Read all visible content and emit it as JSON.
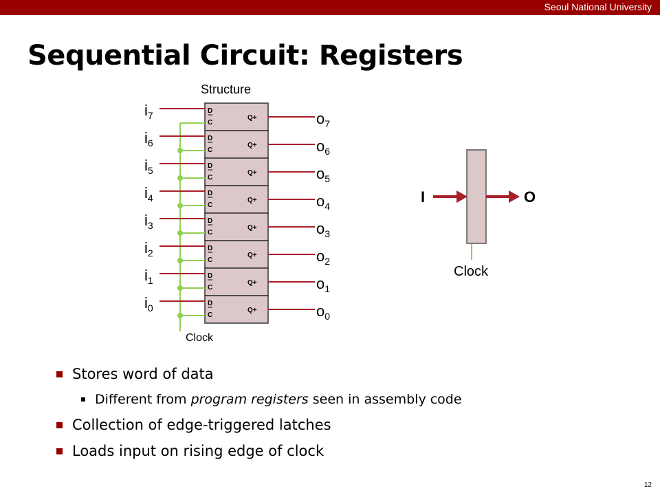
{
  "header": {
    "institution": "Seoul National University"
  },
  "slide": {
    "title": "Sequential Circuit: Registers",
    "page_number": "12"
  },
  "structure": {
    "heading": "Structure",
    "clock_label": "Clock",
    "latch_d": "D",
    "latch_c": "C",
    "latch_q": "Q+",
    "inputs": [
      {
        "base": "i",
        "sub": "7"
      },
      {
        "base": "i",
        "sub": "6"
      },
      {
        "base": "i",
        "sub": "5"
      },
      {
        "base": "i",
        "sub": "4"
      },
      {
        "base": "i",
        "sub": "3"
      },
      {
        "base": "i",
        "sub": "2"
      },
      {
        "base": "i",
        "sub": "1"
      },
      {
        "base": "i",
        "sub": "0"
      }
    ],
    "outputs": [
      {
        "base": "o",
        "sub": "7"
      },
      {
        "base": "o",
        "sub": "6"
      },
      {
        "base": "o",
        "sub": "5"
      },
      {
        "base": "o",
        "sub": "4"
      },
      {
        "base": "o",
        "sub": "3"
      },
      {
        "base": "o",
        "sub": "2"
      },
      {
        "base": "o",
        "sub": "1"
      },
      {
        "base": "o",
        "sub": "0"
      }
    ]
  },
  "symbol": {
    "input_label": "I",
    "output_label": "O",
    "clock_label": "Clock"
  },
  "bullets": [
    {
      "level": 1,
      "parts": [
        {
          "text": "Stores word of data",
          "italic": false
        }
      ]
    },
    {
      "level": 2,
      "parts": [
        {
          "text": "Different from ",
          "italic": false
        },
        {
          "text": "program registers",
          "italic": true
        },
        {
          "text": " seen in assembly code",
          "italic": false
        }
      ]
    },
    {
      "level": 1,
      "parts": [
        {
          "text": "Collection of edge-triggered latches",
          "italic": false
        }
      ]
    },
    {
      "level": 1,
      "parts": [
        {
          "text": "Loads input on rising edge of clock",
          "italic": false
        }
      ]
    }
  ],
  "colors": {
    "brand": "#990000",
    "wire_red": "#a8202a",
    "wire_green": "#92d050",
    "register_fill": "#dcc8c8"
  }
}
